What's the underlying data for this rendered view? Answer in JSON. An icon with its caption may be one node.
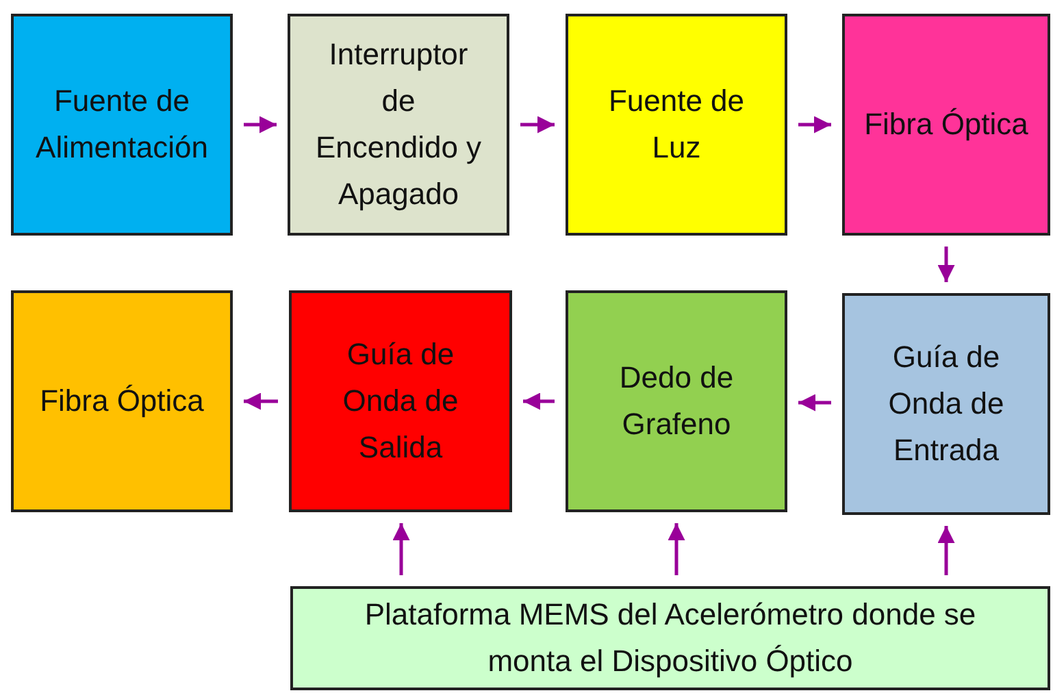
{
  "diagram": {
    "nodes": [
      {
        "text": [
          "Fuente de Alimentación"
        ]
      },
      {
        "text": [
          "Interruptor de Encendido y Apagado"
        ]
      },
      {
        "text": [
          "Fuente de Luz"
        ]
      },
      {
        "text": [
          "Fibra Óptica"
        ]
      },
      {
        "text": [
          "Fibra Óptica"
        ]
      },
      {
        "text": [
          "Guía de Onda de Salida"
        ]
      },
      {
        "text": [
          "Dedo de Grafeno"
        ]
      },
      {
        "text": [
          "Guía de Onda de Entrada"
        ]
      },
      {
        "text": [
          "Plataforma MEMS del Acelerómetro donde se monta el Dispositivo Óptico"
        ]
      }
    ],
    "edges": [
      {
        "from": 0,
        "to": 1,
        "arrow": "to"
      },
      {
        "from": 1,
        "to": 2,
        "arrow": "to"
      },
      {
        "from": 2,
        "to": 3,
        "arrow": "to"
      },
      {
        "from": 3,
        "to": 7,
        "arrow": "to"
      },
      {
        "from": 7,
        "to": 6,
        "arrow": "to"
      },
      {
        "from": 6,
        "to": 5,
        "arrow": "to"
      },
      {
        "from": 5,
        "to": 4,
        "arrow": "to"
      },
      {
        "from": 8,
        "to": 5,
        "arrow": "to"
      },
      {
        "from": 8,
        "to": 6,
        "arrow": "to"
      },
      {
        "from": 8,
        "to": 7,
        "arrow": "to"
      }
    ]
  }
}
